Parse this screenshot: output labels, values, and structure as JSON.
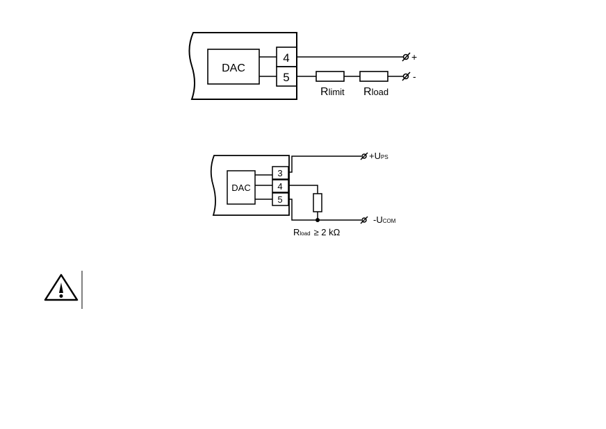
{
  "diagram1": {
    "dac_label": "DAC",
    "terminal_top": "4",
    "terminal_bottom": "5",
    "plus": "+",
    "minus": "-",
    "r_limit_main": "R",
    "r_limit_sub": "limit",
    "r_load_main": "R",
    "r_load_sub": "load"
  },
  "diagram2": {
    "dac_label": "DAC",
    "terminal_1": "3",
    "terminal_2": "4",
    "terminal_3": "5",
    "ups_prefix": "+U",
    "ups_sub": "PS",
    "ucom_prefix": "-U",
    "ucom_sub": "COM",
    "rload_main": "R",
    "rload_sub": "load",
    "rload_condition": "≥ 2 kΩ"
  },
  "warning": {
    "icon": "warning-triangle-icon"
  }
}
